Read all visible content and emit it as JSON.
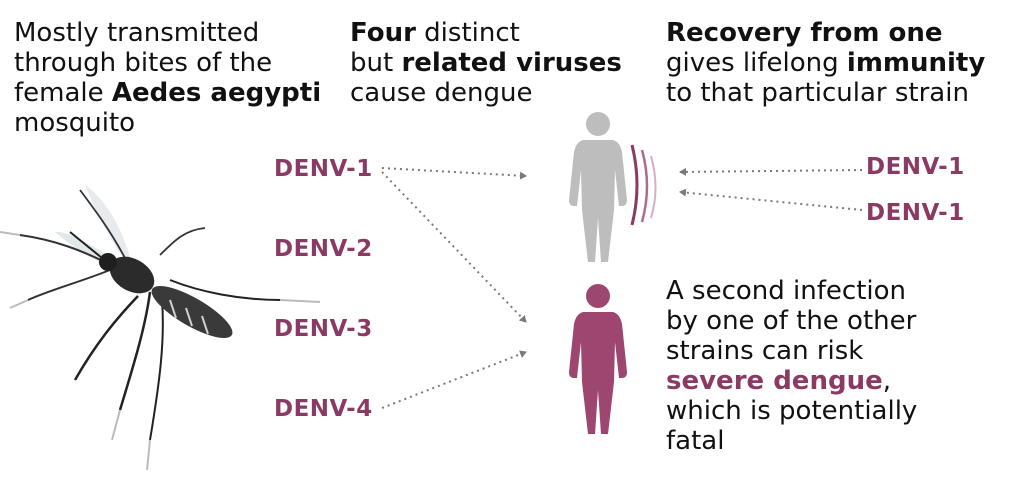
{
  "transmission": {
    "line1": "Mostly transmitted",
    "line2": "through bites of the",
    "line3_pre": "female ",
    "line3_bold": "Aedes aegypti",
    "line4": "mosquito"
  },
  "viruses": {
    "l1_bold": "Four",
    "l1_rest": " distinct",
    "l2_pre": "but ",
    "l2_bold": "related viruses",
    "l3": "cause dengue"
  },
  "recovery": {
    "l1_bold": "Recovery from one",
    "l2_pre": "gives lifelong ",
    "l2_bold": "immunity",
    "l3": "to that particular strain"
  },
  "second": {
    "l1": "A second infection",
    "l2": "by one of the other",
    "l3": "strains can risk",
    "l4_bold": "severe dengue",
    "l4_rest": ",",
    "l5": "which is potentially",
    "l6": "fatal"
  },
  "strains": {
    "left": [
      "DENV-1",
      "DENV-2",
      "DENV-3",
      "DENV-4"
    ],
    "right": [
      "DENV-1",
      "DENV-1"
    ]
  },
  "colors": {
    "accent": "#8a3a63",
    "immune_figure": "#bdbdbd",
    "infected_figure": "#9c4670",
    "arrow": "#7a7a7a"
  }
}
